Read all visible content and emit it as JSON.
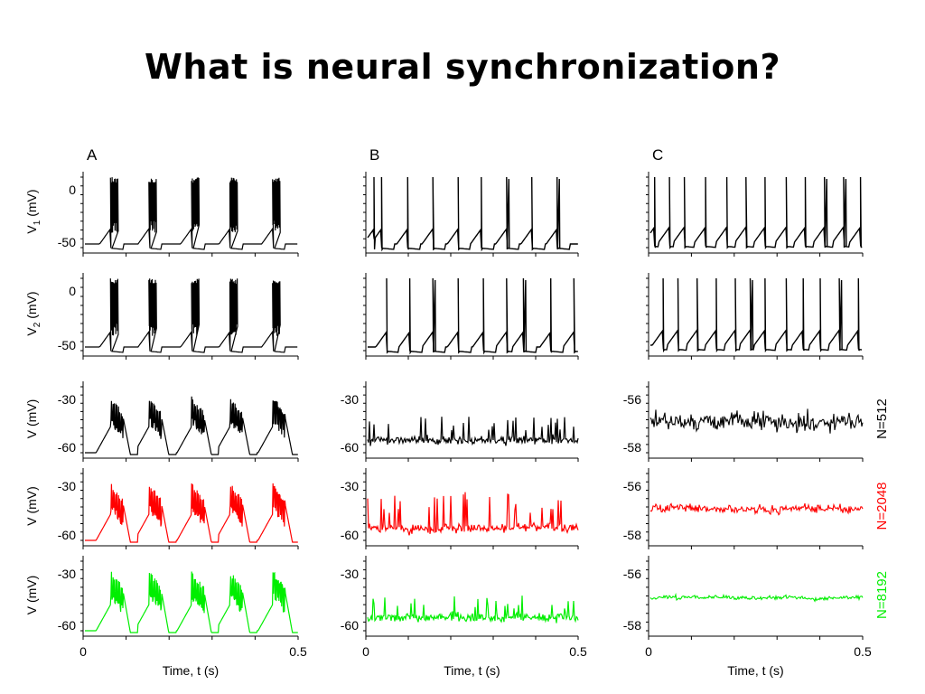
{
  "slide": {
    "title": "What is neural synchronization?"
  },
  "colors": {
    "black": "#000000",
    "red": "#ff0000",
    "green": "#00ee00"
  },
  "chart_data": {
    "type": "line",
    "columns": [
      "A",
      "B",
      "C"
    ],
    "xlabel": "Time, t (s)",
    "xlim": [
      0,
      0.5
    ],
    "xtick_labels": [
      "0",
      "0.5"
    ],
    "rows": [
      {
        "ylabel": "V1 (mV)",
        "ylabel_main": "V",
        "ylabel_sub": "1",
        "ylabel_unit": " (mV)",
        "ytick_labels": [
          "0",
          "-50"
        ],
        "color": "#000000"
      },
      {
        "ylabel": "V2 (mV)",
        "ylabel_main": "V",
        "ylabel_sub": "2",
        "ylabel_unit": " (mV)",
        "ytick_labels": [
          "0",
          "-50"
        ],
        "color": "#000000"
      },
      {
        "ylabel": "V (mV)",
        "ytick_labels": [
          "-30",
          "-60"
        ],
        "color": "#000000",
        "size_label": "N=512"
      },
      {
        "ylabel": "V (mV)",
        "ytick_labels": [
          "-30",
          "-60"
        ],
        "color": "#ff0000",
        "size_label": "N=2048"
      },
      {
        "ylabel": "V (mV)",
        "ytick_labels": [
          "-30",
          "-60"
        ],
        "color": "#00ee00",
        "size_label": "N=8192"
      }
    ],
    "population_ytick_labels": {
      "A": [
        "-30",
        "-60"
      ],
      "B": [
        "-30",
        "-60"
      ],
      "C": [
        "-56",
        "-58"
      ]
    },
    "spike_times_s": {
      "A_bursts": [
        0.06,
        0.15,
        0.25,
        0.34,
        0.44
      ],
      "B_V1": [
        0.015,
        0.033,
        0.095,
        0.155,
        0.215,
        0.27,
        0.33,
        0.39,
        0.45
      ],
      "B_V2": [
        0.045,
        0.1,
        0.155,
        0.215,
        0.275,
        0.33,
        0.37,
        0.435,
        0.49
      ],
      "C_V1": [
        0.01,
        0.045,
        0.08,
        0.13,
        0.18,
        0.225,
        0.27,
        0.32,
        0.365,
        0.41,
        0.455,
        0.495
      ],
      "C_V2": [
        0.03,
        0.065,
        0.11,
        0.155,
        0.2,
        0.235,
        0.27,
        0.32,
        0.36,
        0.4,
        0.445,
        0.49
      ]
    }
  }
}
